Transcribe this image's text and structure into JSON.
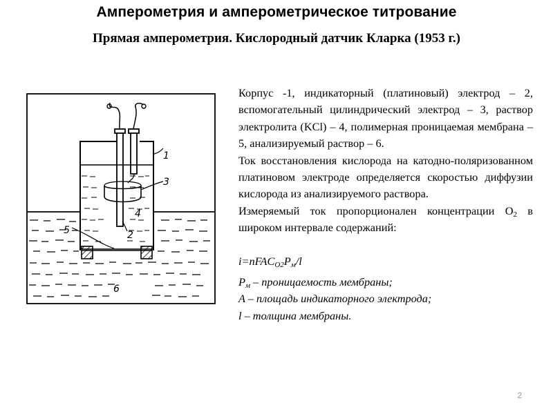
{
  "slide": {
    "title": "Амперометрия и амперометрическое титрование",
    "subtitle": "Прямая амперометрия. Кислородный датчик Кларка (1953 г.)",
    "page_number": "2"
  },
  "figure": {
    "labels": [
      "1",
      "3",
      "4",
      "2",
      "5",
      "6"
    ]
  },
  "description": {
    "p1": "Корпус -1, индикаторный (платиновый) электрод – 2, вспомогательный цилиндрический электрод – 3, раствор электролита (KCl) – 4, полимерная проницаемая мембрана – 5, анализируемый раствор – 6.",
    "p2": "Ток восстановления кислорода на катодно-поляризованном платиновом электроде определяется скоростью диффузии кислорода из анализируемого раствора.",
    "p3_before": "Измеряемый ток пропорционален концентрации О",
    "p3_sub": "2",
    "p3_after": " в широком интервале содержаний:"
  },
  "formula": {
    "main_prefix": "i=nFAC",
    "main_sub1": "O2",
    "main_mid": "P",
    "main_sub2": "м",
    "main_suffix": "/l",
    "pm_symbol": "P",
    "pm_sub": "м",
    "pm_text": " – проницаемость мембраны;",
    "a_text": "A – площадь индикаторного электрода;",
    "l_text": "l – толщина мембраны."
  }
}
